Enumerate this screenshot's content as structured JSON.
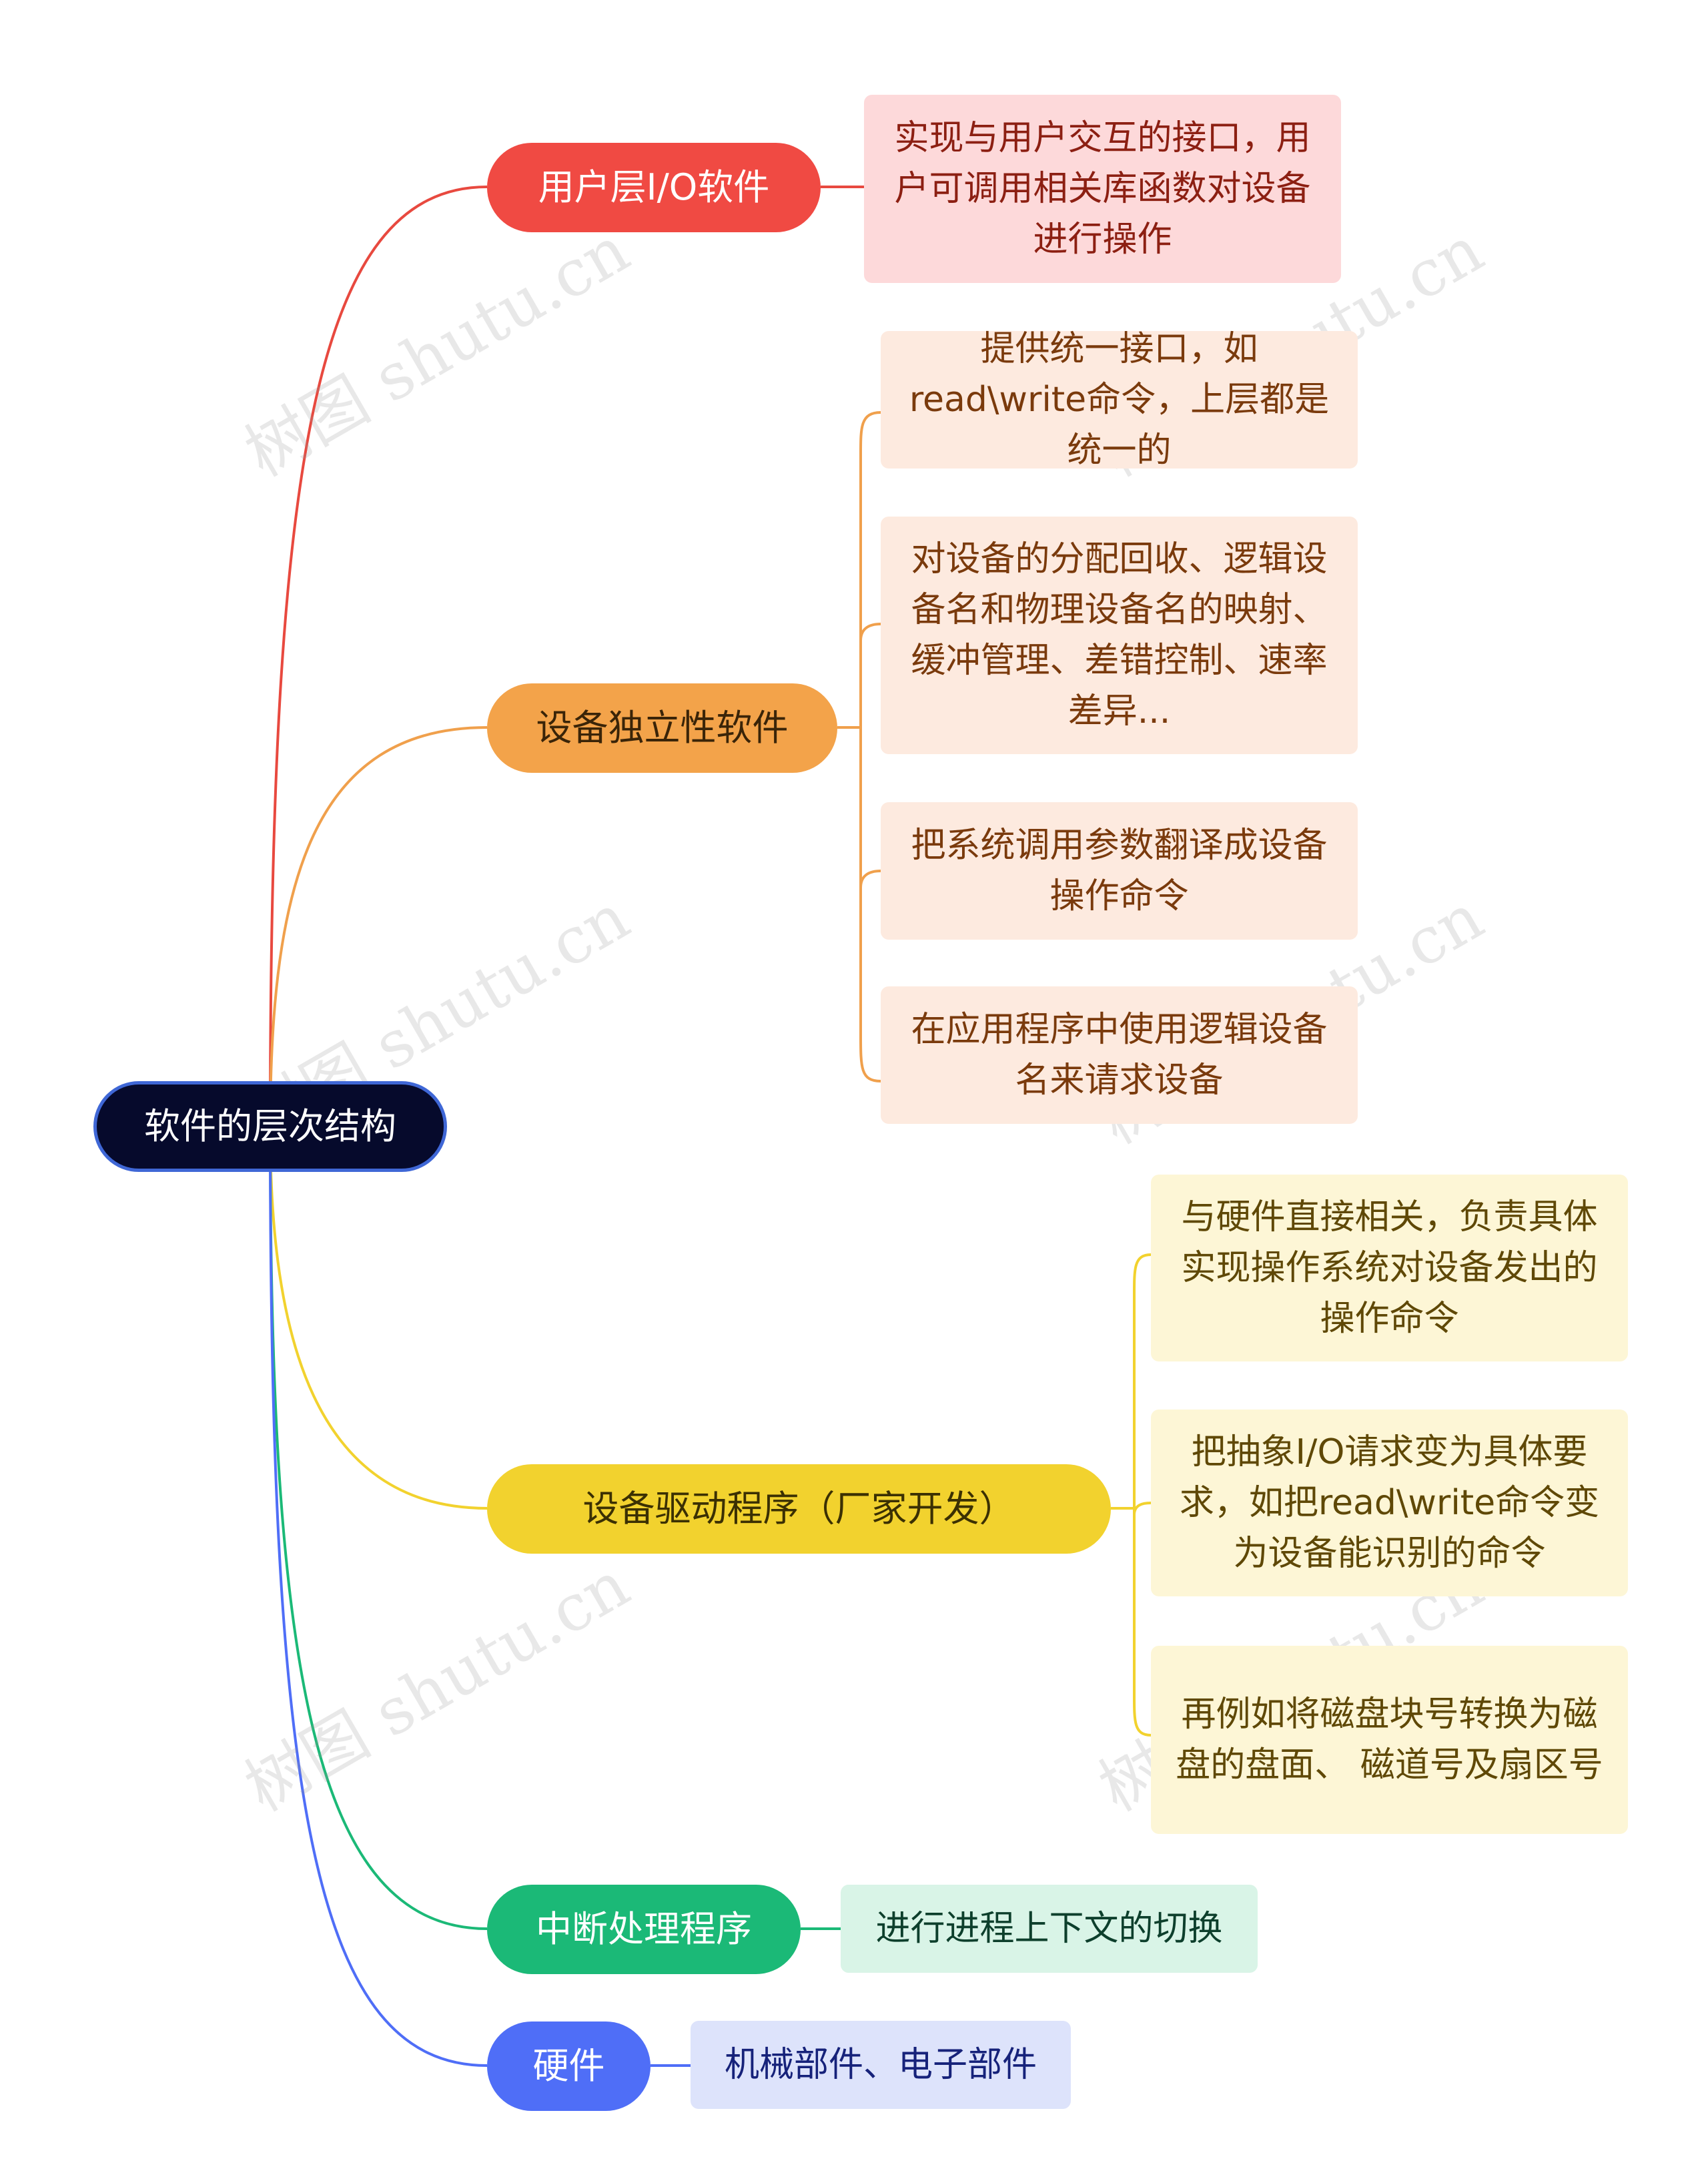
{
  "root": {
    "label": "软件的层次结构"
  },
  "branches": [
    {
      "label": "用户层I/O软件",
      "color": "#f04a43",
      "leaves": [
        "实现与用户交互的接口，用户可调用相关库函数对设备进行操作"
      ]
    },
    {
      "label": "设备独立性软件",
      "color": "#f3a34a",
      "leaves": [
        "提供统一接口，如read\\write命令，上层都是统一的",
        "对设备的分配回收、逻辑设备名和物理设备名的映射、缓冲管理、差错控制、速率差异...",
        "把系统调用参数翻译成设备操作命令",
        "在应用程序中使用逻辑设备名来请求设备"
      ]
    },
    {
      "label": "设备驱动程序（厂家开发）",
      "color": "#f2d22e",
      "leaves": [
        "与硬件直接相关，负责具体实现操作系统对设备发出的操作命令",
        "把抽象I/O请求变为具体要求，如把read\\write命令变为设备能识别的命令",
        "再例如将磁盘块号转换为磁盘的盘面、 磁道号及扇区号"
      ]
    },
    {
      "label": "中断处理程序",
      "color": "#1bb977",
      "leaves": [
        "进行进程上下文的切换"
      ]
    },
    {
      "label": "硬件",
      "color": "#4f6ef7",
      "leaves": [
        "机械部件、电子部件"
      ]
    }
  ],
  "watermark": "树图 shutu.cn"
}
